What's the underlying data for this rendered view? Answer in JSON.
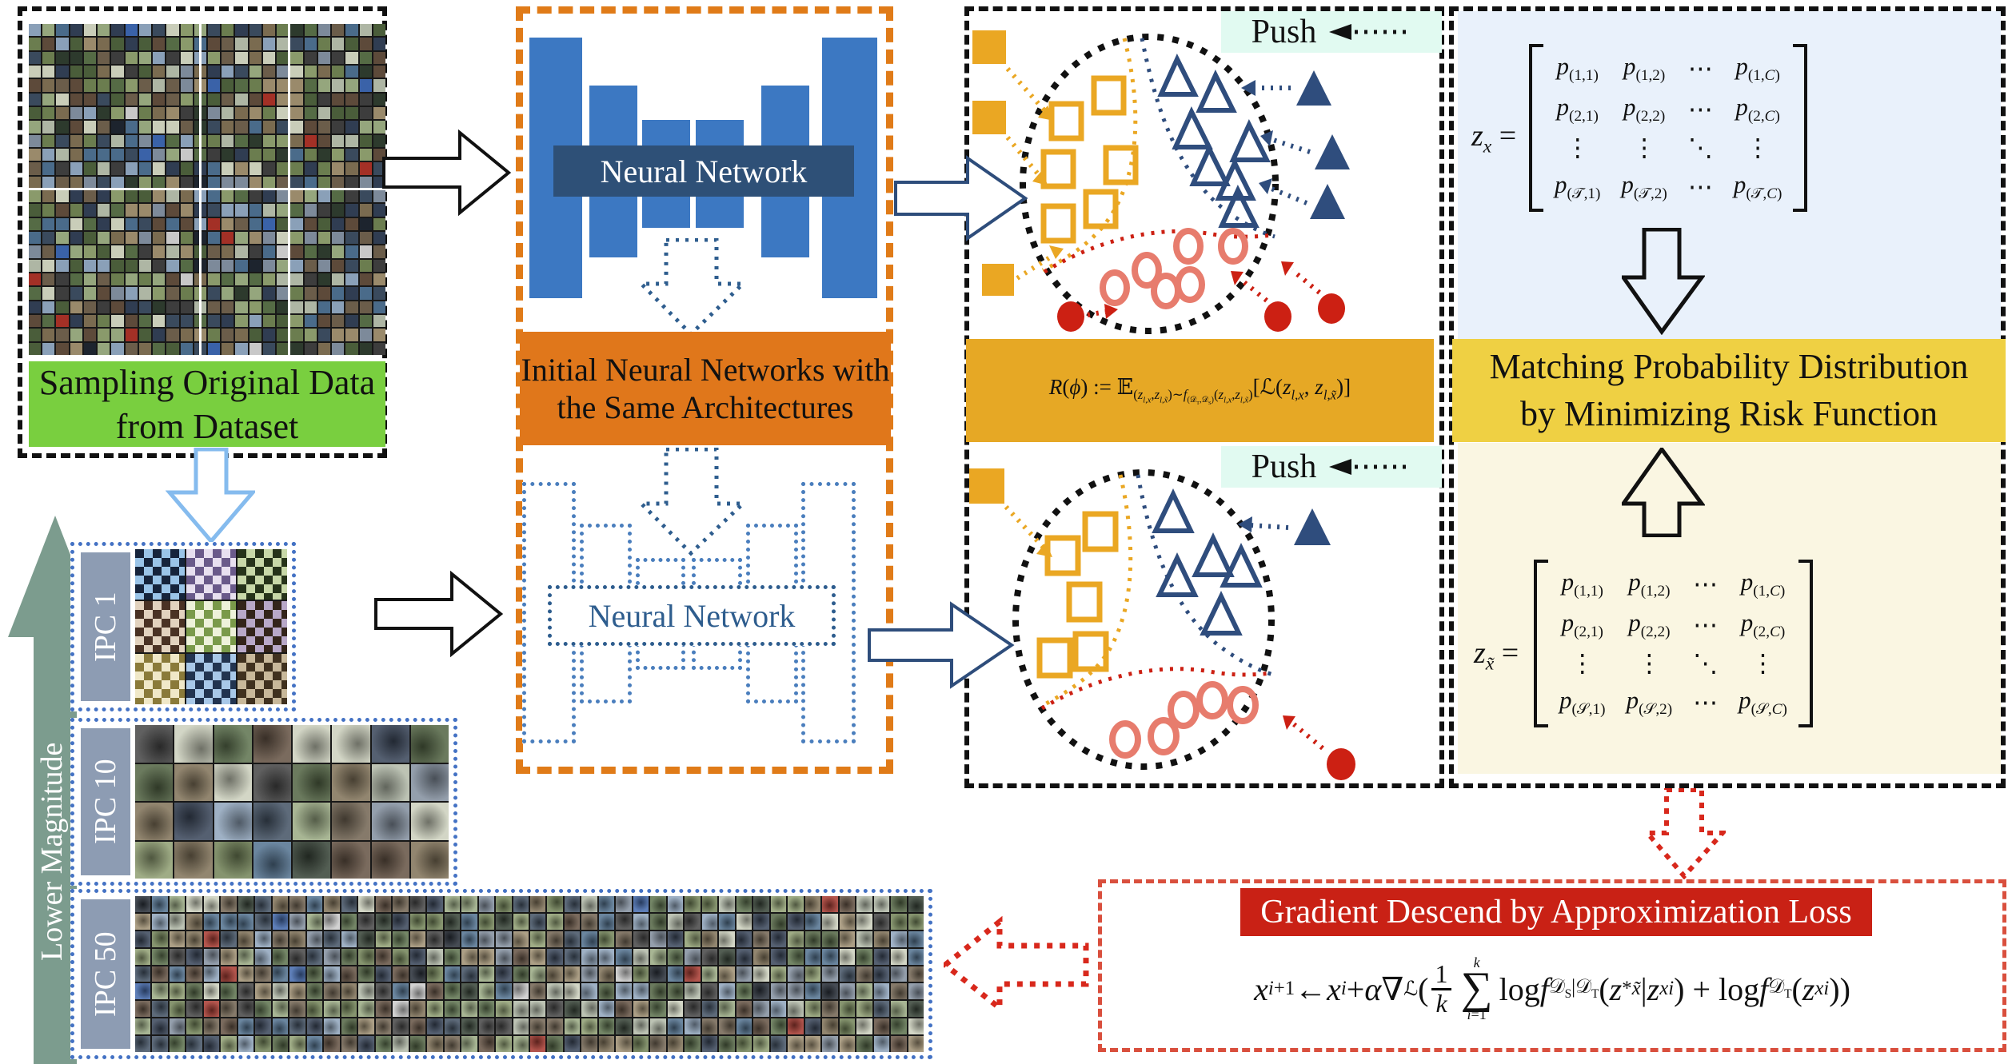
{
  "dataset": {
    "caption": "Sampling Original Data from Dataset"
  },
  "flow": {
    "magnitude_label": "Lower Magnitude",
    "ipc_blocks": [
      {
        "label": "IPC 1"
      },
      {
        "label": "IPC 10"
      },
      {
        "label": "IPC 50"
      }
    ]
  },
  "network_box": {
    "top_label": "Neural Network",
    "init_label": "Initial Neural Networks with the Same Architectures",
    "bottom_label": "Neural Network"
  },
  "cluster_top": {
    "push_label": "Push"
  },
  "cluster_bottom": {
    "push_label": "Push"
  },
  "risk_bar": {
    "equation_html": "<i>R</i>(<i>ϕ</i>) := 𝔼<sub>(<i>z</i><sub><i>l</i>,<i>x</i></sub>,<i>z</i><sub><i>l</i>,<i>x̃</i></sub>)∼<i>f</i><sub>(𝒟<sub>T</sub>,𝒟<sub>S</sub>)</sub>(<i>z</i><sub><i>l</i>,<i>x</i></sub>,<i>z</i><sub><i>l</i>,<i>x̃</i></sub>)</sub>[ℒ(<i>z</i><sub><i>l</i>,<i>x</i></sub>, <i>z</i><sub><i>l</i>,<i>x̃</i></sub>)]"
  },
  "prob_panel": {
    "banner": "Matching Probability Distribution by Minimizing Risk Function",
    "zx": {
      "lhs_html": "<i>z</i><sub><i>x</i></sub> =",
      "rows": [
        [
          "<i>p</i><sub>(1,1)</sub>",
          "<i>p</i><sub>(1,2)</sub>",
          "⋯",
          "<i>p</i><sub>(1,<i>C</i>)</sub>"
        ],
        [
          "<i>p</i><sub>(2,1)</sub>",
          "<i>p</i><sub>(2,2)</sub>",
          "⋯",
          "<i>p</i><sub>(2,<i>C</i>)</sub>"
        ],
        [
          "⋮",
          "⋮",
          "⋱",
          "⋮"
        ],
        [
          "<i>p</i><sub>(𝒯,1)</sub>",
          "<i>p</i><sub>(𝒯,2)</sub>",
          "⋯",
          "<i>p</i><sub>(𝒯,<i>C</i>)</sub>"
        ]
      ]
    },
    "zxt": {
      "lhs_html": "<i>z</i><sub><i>x̃</i></sub> =",
      "rows": [
        [
          "<i>p</i><sub>(1,1)</sub>",
          "<i>p</i><sub>(1,2)</sub>",
          "⋯",
          "<i>p</i><sub>(1,<i>C</i>)</sub>"
        ],
        [
          "<i>p</i><sub>(2,1)</sub>",
          "<i>p</i><sub>(2,2)</sub>",
          "⋯",
          "<i>p</i><sub>(2,<i>C</i>)</sub>"
        ],
        [
          "⋮",
          "⋮",
          "⋱",
          "⋮"
        ],
        [
          "<i>p</i><sub>(𝒮,1)</sub>",
          "<i>p</i><sub>(𝒮,2)</sub>",
          "⋯",
          "<i>p</i><sub>(𝒮,<i>C</i>)</sub>"
        ]
      ]
    }
  },
  "gradient_box": {
    "title": "Gradient Descend by Approximization Loss",
    "equation_html": "<i>x</i><sub><i>i</i>+1</sub> ← <i>x</i><sub><i>i</i></sub> + <i>α</i>∇<sub>ℒ</sub>(<span class='frac'><span>1</span><span class='den'><i>k</i></span></span><span class='sum'><span class='lim'><i>k</i></span><span class='sig'>∑</span><span class='lim'><i>i</i>=1</span></span>log <i>f</i><sub>𝒟<sub>S</sub>|𝒟<sub>T</sub></sub>(<i>z</i><sup>*</sup><sub><i>x̃</i></sub> | <i>z</i><sub><i>xi</i></sub>) + log <i>f</i><sub>𝒟<sub>T</sub></sub>(<i>z</i><sub><i>xi</i></sub>))"
  },
  "colors": {
    "bar_blue": "#3c78c2",
    "dark_label": "#2e5077",
    "orange_box": "#e0771b",
    "orange_dash": "#e07b18",
    "goldenrod": "#eaa723",
    "navy": "#2f4d7d",
    "salmon": "#e77c6d",
    "red": "#cc2013",
    "risk_orange": "#e6a825",
    "banner_yellow": "#efd043",
    "panel_blue": "#e9f1fb",
    "panel_cream": "#faf6e2",
    "mint": "#e1faf1",
    "green": "#79cf3f",
    "sage": "#7c9c8e",
    "ipc_strip": "#8d9cb3",
    "red_header": "#c92115"
  }
}
